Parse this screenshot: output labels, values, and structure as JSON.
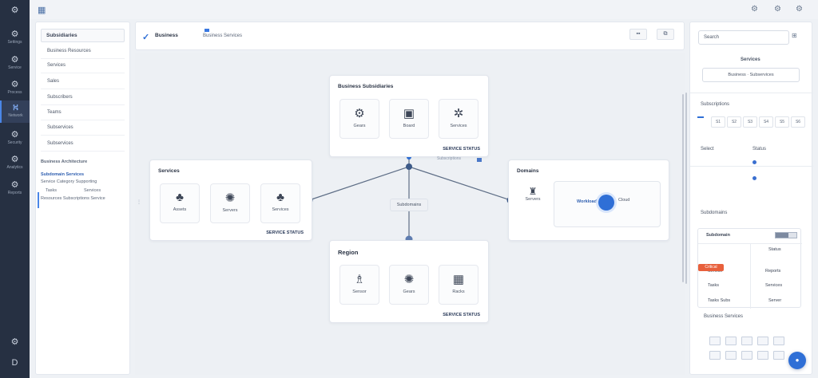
{
  "app": {
    "logo_icon": "grid-logo-icon"
  },
  "rail": {
    "items": [
      {
        "icon": "⚙",
        "label": "Settings"
      },
      {
        "icon": "⚙",
        "label": "Service"
      },
      {
        "icon": "⚙",
        "label": "Process"
      },
      {
        "icon": "⛕",
        "label": "Network"
      },
      {
        "icon": "⚙",
        "label": "Security"
      },
      {
        "icon": "⚙",
        "label": "Analytics"
      },
      {
        "icon": "⚙",
        "label": "Reports"
      }
    ],
    "bottom": [
      {
        "icon": "⚙",
        "label": ""
      },
      {
        "icon": "D",
        "label": ""
      }
    ]
  },
  "left_panel": {
    "header": "Subsidiaries",
    "items": [
      "Business Resources",
      "Services",
      "Sales",
      "Subscribers",
      "Teams",
      "Subservices",
      "Subservices"
    ],
    "section": "Business Architecture",
    "selected": "Subdomain Services",
    "sub1": "Service Category Supporting",
    "sub2a": "Tasks",
    "sub2b": "Services",
    "sub3": "Resources Subscriptions Service"
  },
  "center_header": {
    "title": "Business",
    "subtitle": "Business Services"
  },
  "nodes": {
    "top": {
      "title": "Business Subsidiaries",
      "tiles": [
        "Gears",
        "Board",
        "Services"
      ],
      "footer": "SERVICE STATUS"
    },
    "left": {
      "title": "Services",
      "tiles": [
        "Assets",
        "Servers",
        "Services"
      ],
      "footer": "SERVICE STATUS"
    },
    "right": {
      "title": "Domains",
      "tile": "Servers",
      "inner": "Workloads",
      "inner_sub": "Cloud"
    },
    "bottom": {
      "title": "Region",
      "tiles": [
        "Sensor",
        "Gears",
        "Racks"
      ],
      "footer": "SERVICE STATUS"
    },
    "center": "Subdomains",
    "badge": "Subscriptions"
  },
  "right_panel": {
    "search": "Search",
    "title": "Services",
    "pill": "Business · Subservices",
    "section1": "Subscriptions",
    "tabs": [
      "S1",
      "S2",
      "S3",
      "S4",
      "S5",
      "S6"
    ],
    "col1": "Select",
    "col2": "Status",
    "section2": "Subdomains",
    "table": {
      "head": "Subdomain",
      "rows": [
        [
          "",
          "Status"
        ],
        [
          "Service",
          "Reports"
        ],
        [
          "Tasks",
          "Services"
        ],
        [
          "Tasks Subs",
          "Server"
        ]
      ],
      "badge": "Critical",
      "progress": 0.6
    },
    "section3": "Business Services"
  },
  "colors": {
    "accent": "#2f6fd6",
    "alert": "#e8603c",
    "rail": "#263042"
  }
}
